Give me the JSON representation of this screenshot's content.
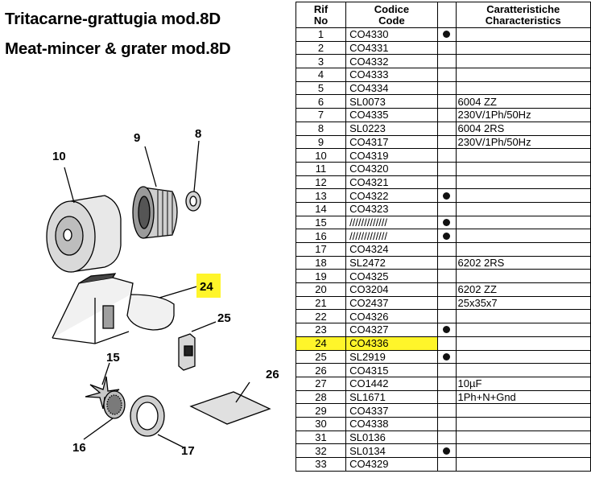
{
  "title_it": "Tritacarne-grattugia mod.8D",
  "title_en": "Meat-mincer & grater mod.8D",
  "callouts": {
    "p10": "10",
    "p9": "9",
    "p8": "8",
    "p24": "24",
    "p25": "25",
    "p15": "15",
    "p26": "26",
    "p16": "16",
    "p17": "17"
  },
  "table": {
    "headers": {
      "no_it": "Rif",
      "no_en": "No",
      "code_it": "Codice",
      "code_en": "Code",
      "char_it": "Caratteristiche",
      "char_en": "Characteristics"
    },
    "highlight_row": "24",
    "highlight_color": "#fff52a",
    "flag_icon": "smiley-icon",
    "rows": [
      {
        "no": "1",
        "code": "CO4330",
        "flag": true,
        "char": ""
      },
      {
        "no": "2",
        "code": "CO4331",
        "flag": false,
        "char": ""
      },
      {
        "no": "3",
        "code": "CO4332",
        "flag": false,
        "char": ""
      },
      {
        "no": "4",
        "code": "CO4333",
        "flag": false,
        "char": ""
      },
      {
        "no": "5",
        "code": "CO4334",
        "flag": false,
        "char": ""
      },
      {
        "no": "6",
        "code": "SL0073",
        "flag": false,
        "char": "6004 ZZ"
      },
      {
        "no": "7",
        "code": "CO4335",
        "flag": false,
        "char": "230V/1Ph/50Hz"
      },
      {
        "no": "8",
        "code": "SL0223",
        "flag": false,
        "char": "6004 2RS"
      },
      {
        "no": "9",
        "code": "CO4317",
        "flag": false,
        "char": "230V/1Ph/50Hz"
      },
      {
        "no": "10",
        "code": "CO4319",
        "flag": false,
        "char": ""
      },
      {
        "no": "11",
        "code": "CO4320",
        "flag": false,
        "char": ""
      },
      {
        "no": "12",
        "code": "CO4321",
        "flag": false,
        "char": ""
      },
      {
        "no": "13",
        "code": "CO4322",
        "flag": true,
        "char": ""
      },
      {
        "no": "14",
        "code": "CO4323",
        "flag": false,
        "char": ""
      },
      {
        "no": "15",
        "code": "/////////////",
        "flag": true,
        "char": ""
      },
      {
        "no": "16",
        "code": "/////////////",
        "flag": true,
        "char": ""
      },
      {
        "no": "17",
        "code": "CO4324",
        "flag": false,
        "char": ""
      },
      {
        "no": "18",
        "code": "SL2472",
        "flag": false,
        "char": "6202 2RS"
      },
      {
        "no": "19",
        "code": "CO4325",
        "flag": false,
        "char": ""
      },
      {
        "no": "20",
        "code": "CO3204",
        "flag": false,
        "char": "6202 ZZ"
      },
      {
        "no": "21",
        "code": "CO2437",
        "flag": false,
        "char": "25x35x7"
      },
      {
        "no": "22",
        "code": "CO4326",
        "flag": false,
        "char": ""
      },
      {
        "no": "23",
        "code": "CO4327",
        "flag": true,
        "char": ""
      },
      {
        "no": "24",
        "code": "CO4336",
        "flag": false,
        "char": ""
      },
      {
        "no": "25",
        "code": "SL2919",
        "flag": true,
        "char": ""
      },
      {
        "no": "26",
        "code": "CO4315",
        "flag": false,
        "char": ""
      },
      {
        "no": "27",
        "code": "CO1442",
        "flag": false,
        "char": "10µF"
      },
      {
        "no": "28",
        "code": "SL1671",
        "flag": false,
        "char": "1Ph+N+Gnd"
      },
      {
        "no": "29",
        "code": "CO4337",
        "flag": false,
        "char": ""
      },
      {
        "no": "30",
        "code": "CO4338",
        "flag": false,
        "char": ""
      },
      {
        "no": "31",
        "code": "SL0136",
        "flag": false,
        "char": ""
      },
      {
        "no": "32",
        "code": "SL0134",
        "flag": true,
        "char": ""
      },
      {
        "no": "33",
        "code": "CO4329",
        "flag": false,
        "char": ""
      }
    ]
  }
}
